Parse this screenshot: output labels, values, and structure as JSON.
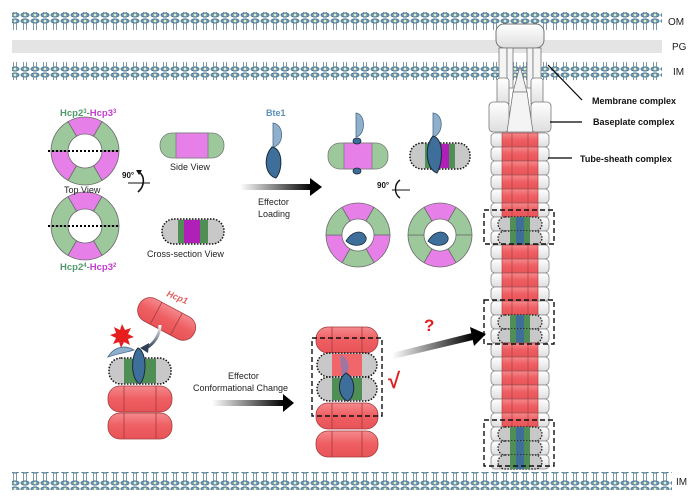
{
  "membranes": {
    "outer": "OM",
    "peptidoglycan": "PG",
    "inner_top": "IM",
    "inner_bottom": "IM"
  },
  "complex_labels": {
    "membrane": "Membrane complex",
    "baseplate": "Baseplate complex",
    "tube_sheath": "Tube-sheath complex"
  },
  "rings": {
    "top_label_a": "Hcp2",
    "top_sup_a": "3",
    "top_dash": "-",
    "top_label_b": "Hcp3",
    "top_sup_b": "3",
    "bottom_label_a": "Hcp2",
    "bottom_sup_a": "4",
    "bottom_dash": "-",
    "bottom_label_b": "Hcp3",
    "bottom_sup_b": "2",
    "top_view": "Top View",
    "side_view": "Side View",
    "cross_section_view": "Cross-section View",
    "rotation": "90°"
  },
  "loading": {
    "effector_name": "Bte1",
    "arrow_line1": "Effector",
    "arrow_line2": "Loading",
    "rotation": "90°"
  },
  "conformation": {
    "hcp1_label": "Hcp1",
    "arrow_line1": "Effector",
    "arrow_line2": "Conformational Change",
    "check_mark": "√",
    "question_mark": "?"
  },
  "colors": {
    "hcp2_green": "#9cc89c",
    "hcp3_magenta": "#e680e8",
    "hcp1_red": "#f0666a",
    "effector_blue": "#3e6f9a",
    "effector_light": "#8fb0cc",
    "label_green": "#4f9a6a",
    "label_magenta": "#c43cd0",
    "label_blue": "#5b8fb8",
    "alert_red": "#e02020",
    "membrane_blue": "#5d8fa8"
  }
}
